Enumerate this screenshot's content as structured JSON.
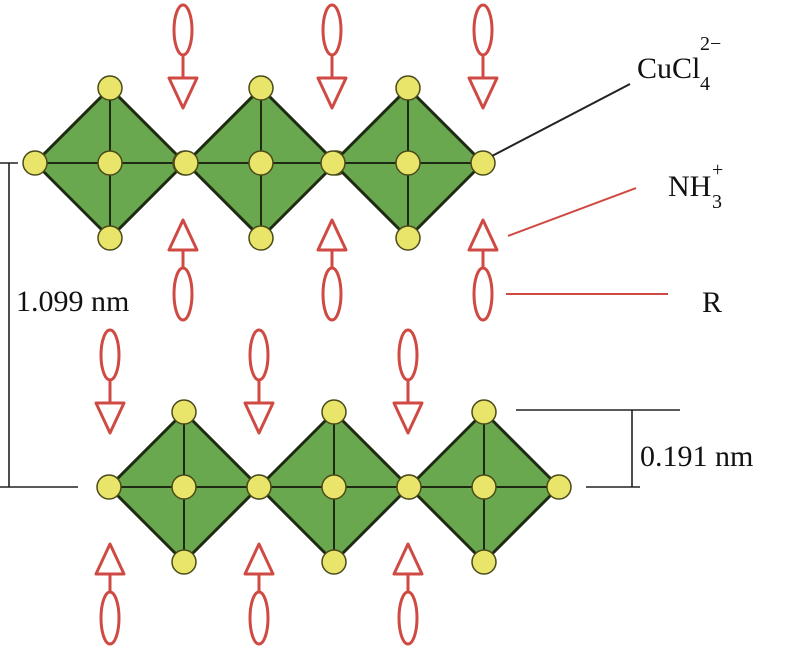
{
  "labels": {
    "cucl_base": "CuCl",
    "cucl_sup": "2−",
    "cucl_sub": "4",
    "nh_base": "NH",
    "nh_sup": "+",
    "nh_sub": "3",
    "r": "R",
    "interlayer_distance": "1.099 nm",
    "layer_offset": "0.191 nm"
  },
  "colors": {
    "octahedron_face": "#6aa84f",
    "octahedron_edge": "#1e2a12",
    "atom_fill": "#e8e56a",
    "atom_stroke": "#4a4a1a",
    "organic_red": "#d04a44",
    "line": "#222222"
  },
  "icons": {
    "octahedron": "cucl6-octahedron",
    "ammonium": "nh3-triangle-arrow",
    "chain": "alkyl-chain-oval"
  }
}
